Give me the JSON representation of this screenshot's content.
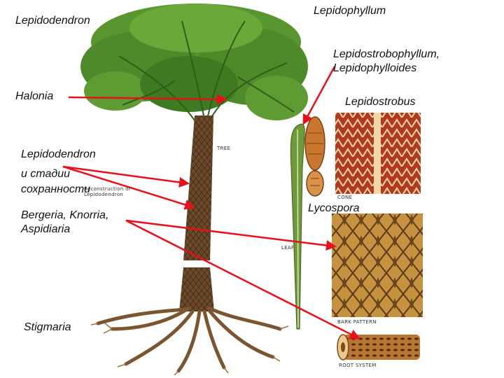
{
  "labels": {
    "lepidodendron_top": "Lepidodendron",
    "lepidophyllum": "Lepidophyllum",
    "lepidostrobophyllum_line1": "Lepidostrobophyllum,",
    "lepidostrobophyllum_line2": "Lepidophylloides",
    "halonia": "Halonia",
    "lepidostrobus": "Lepidostrobus",
    "lepidodendron_mid": "Lepidodendron",
    "stages_line1": "и стадии",
    "stages_line2": "сохранности",
    "bergeria_line1": "Bergeria, Knorria,",
    "bergeria_line2": "Aspidiaria",
    "lycospora": "Lycospora",
    "stigmaria": "Stigmaria"
  },
  "captions": {
    "tree": "TREE",
    "reconstruction": "Reconstruction of",
    "reconstruction_line2": "Lepidodendron",
    "leaf": "LEAF",
    "cone": "CONE",
    "bark_pattern": "BARK PATTERN",
    "root_system": "ROOT SYSTEM"
  },
  "colors": {
    "arrow": "#e8101a",
    "foliage": "#4e8a2a",
    "trunk": "#6b4a2a",
    "bark": "#b07a38",
    "cone": "#c9772e"
  }
}
